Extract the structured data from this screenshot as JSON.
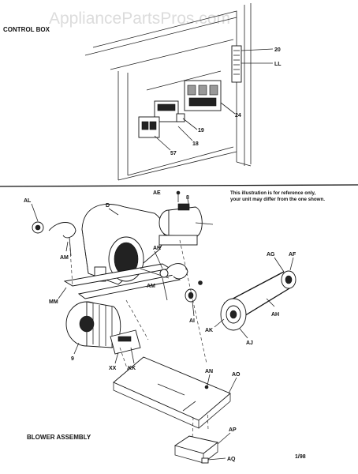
{
  "watermark": "AppliancePartsPros.com",
  "control_box": {
    "title": "CONTROL BOX",
    "callouts": [
      "20",
      "LL",
      "24",
      "19",
      "18",
      "57"
    ]
  },
  "blower_assembly": {
    "title": "BLOWER ASSEMBLY",
    "note_line1": "This illustration is for reference only,",
    "note_line2": "your unit may differ from the one shown.",
    "callouts": [
      "AE",
      "8",
      "D",
      "AL",
      "AM",
      "AR",
      "AM",
      "MM",
      "AG",
      "AF",
      "AH",
      "AI",
      "AK",
      "AJ",
      "9",
      "XX",
      "KK",
      "AN",
      "AO",
      "AP",
      "AQ"
    ]
  },
  "date_code": "1/98"
}
